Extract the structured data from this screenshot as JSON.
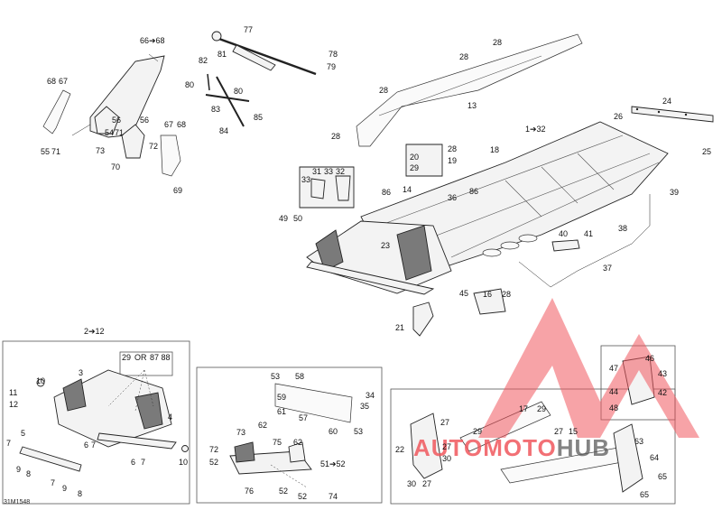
{
  "diagram": {
    "reference_code": "31M1548",
    "callouts": [
      {
        "id": "c-66-68",
        "text": "66➔68"
      },
      {
        "id": "c-77",
        "text": "77"
      },
      {
        "id": "c-78",
        "text": "78"
      },
      {
        "id": "c-79",
        "text": "79"
      },
      {
        "id": "c-81",
        "text": "81"
      },
      {
        "id": "c-82",
        "text": "82"
      },
      {
        "id": "c-80a",
        "text": "80"
      },
      {
        "id": "c-80b",
        "text": "80"
      },
      {
        "id": "c-83",
        "text": "83"
      },
      {
        "id": "c-85",
        "text": "85"
      },
      {
        "id": "c-84",
        "text": "84"
      },
      {
        "id": "c-68a",
        "text": "68"
      },
      {
        "id": "c-67a",
        "text": "67"
      },
      {
        "id": "c-56a",
        "text": "56"
      },
      {
        "id": "c-56b",
        "text": "56"
      },
      {
        "id": "c-67b",
        "text": "67"
      },
      {
        "id": "c-68b",
        "text": "68"
      },
      {
        "id": "c-54",
        "text": "54"
      },
      {
        "id": "c-71a",
        "text": "71"
      },
      {
        "id": "c-73a",
        "text": "73"
      },
      {
        "id": "c-72a",
        "text": "72"
      },
      {
        "id": "c-55",
        "text": "55"
      },
      {
        "id": "c-71b",
        "text": "71"
      },
      {
        "id": "c-70",
        "text": "70"
      },
      {
        "id": "c-69",
        "text": "69"
      },
      {
        "id": "c-28a",
        "text": "28"
      },
      {
        "id": "c-28b",
        "text": "28"
      },
      {
        "id": "c-28c",
        "text": "28"
      },
      {
        "id": "c-28d",
        "text": "28"
      },
      {
        "id": "c-13",
        "text": "13"
      },
      {
        "id": "c-24",
        "text": "24"
      },
      {
        "id": "c-26",
        "text": "26"
      },
      {
        "id": "c-25",
        "text": "25"
      },
      {
        "id": "c-1-32",
        "text": "1➔32"
      },
      {
        "id": "c-18",
        "text": "18"
      },
      {
        "id": "c-28e",
        "text": "28"
      },
      {
        "id": "c-19",
        "text": "19"
      },
      {
        "id": "c-20",
        "text": "20"
      },
      {
        "id": "c-29a",
        "text": "29"
      },
      {
        "id": "c-31",
        "text": "31"
      },
      {
        "id": "c-33a",
        "text": "33"
      },
      {
        "id": "c-32",
        "text": "32"
      },
      {
        "id": "c-33b",
        "text": "33"
      },
      {
        "id": "c-86a",
        "text": "86"
      },
      {
        "id": "c-14",
        "text": "14"
      },
      {
        "id": "c-36",
        "text": "36"
      },
      {
        "id": "c-86b",
        "text": "86"
      },
      {
        "id": "c-49",
        "text": "49"
      },
      {
        "id": "c-50",
        "text": "50"
      },
      {
        "id": "c-23",
        "text": "23"
      },
      {
        "id": "c-39",
        "text": "39"
      },
      {
        "id": "c-38",
        "text": "38"
      },
      {
        "id": "c-40",
        "text": "40"
      },
      {
        "id": "c-41",
        "text": "41"
      },
      {
        "id": "c-37",
        "text": "37"
      },
      {
        "id": "c-45",
        "text": "45"
      },
      {
        "id": "c-16",
        "text": "16"
      },
      {
        "id": "c-28f",
        "text": "28"
      },
      {
        "id": "c-21",
        "text": "21"
      },
      {
        "id": "c-2-12",
        "text": "2➔12"
      },
      {
        "id": "c-29b",
        "text": "29"
      },
      {
        "id": "c-or",
        "text": "OR"
      },
      {
        "id": "c-87-88",
        "text": "87 88"
      },
      {
        "id": "c-3",
        "text": "3"
      },
      {
        "id": "c-10a",
        "text": "10"
      },
      {
        "id": "c-11",
        "text": "11"
      },
      {
        "id": "c-12",
        "text": "12"
      },
      {
        "id": "c-4",
        "text": "4"
      },
      {
        "id": "c-5",
        "text": "5"
      },
      {
        "id": "c-7a",
        "text": "7"
      },
      {
        "id": "c-9a",
        "text": "9"
      },
      {
        "id": "c-8a",
        "text": "8"
      },
      {
        "id": "c-6a",
        "text": "6"
      },
      {
        "id": "c-7b",
        "text": "7"
      },
      {
        "id": "c-6b",
        "text": "6"
      },
      {
        "id": "c-7c",
        "text": "7"
      },
      {
        "id": "c-10b",
        "text": "10"
      },
      {
        "id": "c-7d",
        "text": "7"
      },
      {
        "id": "c-9b",
        "text": "9"
      },
      {
        "id": "c-8b",
        "text": "8"
      },
      {
        "id": "c-53a",
        "text": "53"
      },
      {
        "id": "c-58",
        "text": "58"
      },
      {
        "id": "c-59",
        "text": "59"
      },
      {
        "id": "c-34",
        "text": "34"
      },
      {
        "id": "c-35",
        "text": "35"
      },
      {
        "id": "c-61",
        "text": "61"
      },
      {
        "id": "c-57",
        "text": "57"
      },
      {
        "id": "c-60",
        "text": "60"
      },
      {
        "id": "c-53b",
        "text": "53"
      },
      {
        "id": "c-73b",
        "text": "73"
      },
      {
        "id": "c-62a",
        "text": "62"
      },
      {
        "id": "c-72b",
        "text": "72"
      },
      {
        "id": "c-52a",
        "text": "52"
      },
      {
        "id": "c-75",
        "text": "75"
      },
      {
        "id": "c-62b",
        "text": "62"
      },
      {
        "id": "c-51-52",
        "text": "51➔52"
      },
      {
        "id": "c-76",
        "text": "76"
      },
      {
        "id": "c-52b",
        "text": "52"
      },
      {
        "id": "c-52c",
        "text": "52"
      },
      {
        "id": "c-74",
        "text": "74"
      },
      {
        "id": "c-46",
        "text": "46"
      },
      {
        "id": "c-47",
        "text": "47"
      },
      {
        "id": "c-43",
        "text": "43"
      },
      {
        "id": "c-44",
        "text": "44"
      },
      {
        "id": "c-42",
        "text": "42"
      },
      {
        "id": "c-48",
        "text": "48"
      },
      {
        "id": "c-27a",
        "text": "27"
      },
      {
        "id": "c-17",
        "text": "17"
      },
      {
        "id": "c-29c",
        "text": "29"
      },
      {
        "id": "c-29d",
        "text": "29"
      },
      {
        "id": "c-27b",
        "text": "27"
      },
      {
        "id": "c-15",
        "text": "15"
      },
      {
        "id": "c-22",
        "text": "22"
      },
      {
        "id": "c-27c",
        "text": "27"
      },
      {
        "id": "c-30a",
        "text": "30"
      },
      {
        "id": "c-30b",
        "text": "30"
      },
      {
        "id": "c-27d",
        "text": "27"
      },
      {
        "id": "c-63",
        "text": "63"
      },
      {
        "id": "c-64",
        "text": "64"
      },
      {
        "id": "c-65a",
        "text": "65"
      },
      {
        "id": "c-65b",
        "text": "65"
      }
    ]
  },
  "watermark": {
    "text": "AUTOMOTOHUB",
    "accent_color": "#f0585e",
    "secondary_color": "#555555"
  }
}
